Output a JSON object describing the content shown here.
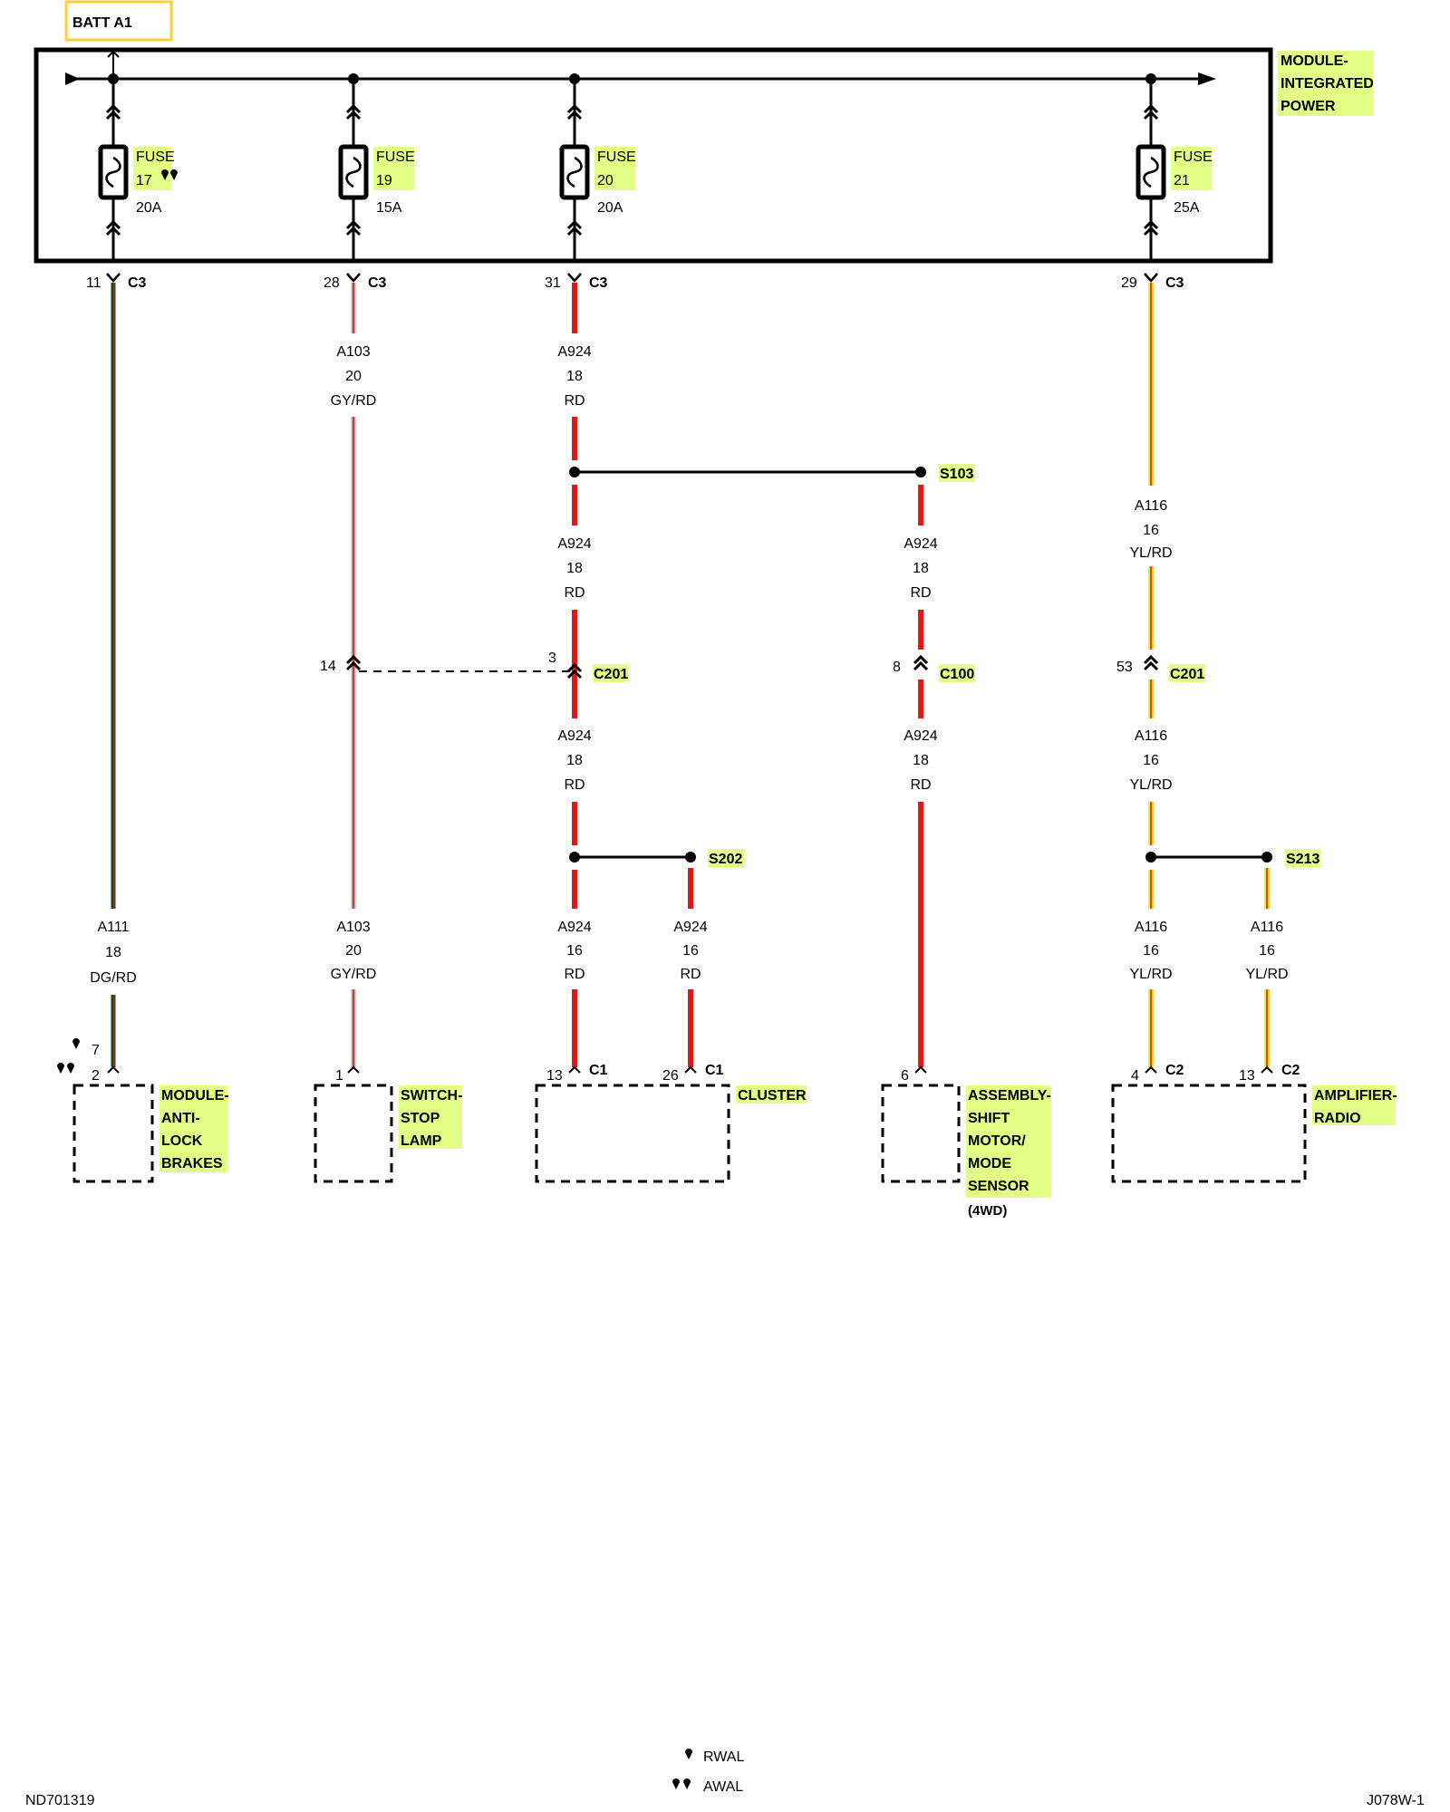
{
  "batt_label": "BATT A1",
  "ipm": {
    "line1": "MODULE-",
    "line2": "INTEGRATED",
    "line3": "POWER"
  },
  "fuses": [
    {
      "label": "FUSE",
      "number": "17",
      "rating": "20A",
      "pin": "11",
      "conn": "C3"
    },
    {
      "label": "FUSE",
      "number": "19",
      "rating": "15A",
      "pin": "28",
      "conn": "C3"
    },
    {
      "label": "FUSE",
      "number": "20",
      "rating": "20A",
      "pin": "31",
      "conn": "C3"
    },
    {
      "label": "FUSE",
      "number": "21",
      "rating": "25A",
      "pin": "29",
      "conn": "C3"
    }
  ],
  "wires": {
    "a111": {
      "circuit": "A111",
      "gauge": "18",
      "color": "DG/RD"
    },
    "a103_top": {
      "circuit": "A103",
      "gauge": "20",
      "color": "GY/RD"
    },
    "a103_bot": {
      "circuit": "A103",
      "gauge": "20",
      "color": "GY/RD"
    },
    "a924_1": {
      "circuit": "A924",
      "gauge": "18",
      "color": "RD"
    },
    "a924_2": {
      "circuit": "A924",
      "gauge": "18",
      "color": "RD"
    },
    "a924_3": {
      "circuit": "A924",
      "gauge": "18",
      "color": "RD"
    },
    "a924_4": {
      "circuit": "A924",
      "gauge": "16",
      "color": "RD"
    },
    "a924_5": {
      "circuit": "A924",
      "gauge": "16",
      "color": "RD"
    },
    "a924_s1": {
      "circuit": "A924",
      "gauge": "18",
      "color": "RD"
    },
    "a924_s2": {
      "circuit": "A924",
      "gauge": "18",
      "color": "RD"
    },
    "a116_1": {
      "circuit": "A116",
      "gauge": "16",
      "color": "YL/RD"
    },
    "a116_2": {
      "circuit": "A116",
      "gauge": "16",
      "color": "YL/RD"
    },
    "a116_3": {
      "circuit": "A116",
      "gauge": "16",
      "color": "YL/RD"
    },
    "a116_4": {
      "circuit": "A116",
      "gauge": "16",
      "color": "YL/RD"
    }
  },
  "splices": {
    "s103": "S103",
    "s202": "S202",
    "s213": "S213"
  },
  "inline_connectors": {
    "c201_left": {
      "pin_a": "14",
      "pin_b": "3",
      "name": "C201"
    },
    "c100": {
      "pin": "8",
      "name": "C100"
    },
    "c201_right": {
      "pin": "53",
      "name": "C201"
    }
  },
  "components": {
    "abs": {
      "pins": [
        "7",
        "2"
      ],
      "lines": [
        "MODULE-",
        "ANTI-",
        "LOCK",
        "BRAKES"
      ]
    },
    "stop_lamp": {
      "pin": "1",
      "lines": [
        "SWITCH-",
        "STOP",
        "LAMP"
      ]
    },
    "cluster": {
      "pin_a": "13",
      "conn_a": "C1",
      "pin_b": "26",
      "conn_b": "C1",
      "lines": [
        "CLUSTER"
      ]
    },
    "shift_motor": {
      "pin": "6",
      "lines": [
        "ASSEMBLY-",
        "SHIFT",
        "MOTOR/",
        "MODE",
        "SENSOR"
      ],
      "note": "(4WD)"
    },
    "amp_radio": {
      "pin_a": "4",
      "conn_a": "C2",
      "pin_b": "13",
      "conn_b": "C2",
      "lines": [
        "AMPLIFIER-",
        "RADIO"
      ]
    }
  },
  "legend": {
    "rwal": "RWAL",
    "awal": "AWAL"
  },
  "footer": {
    "left": "ND701319",
    "right": "J078W-1"
  },
  "colors": {
    "red_wire": "#e01818",
    "yellow_wire": "#f5e52a",
    "dark_green_wire": "#1f4a1f",
    "gray_wire": "#b4b4b4",
    "highlight": "#e4ff86",
    "batt_border": "#ffcf33"
  }
}
